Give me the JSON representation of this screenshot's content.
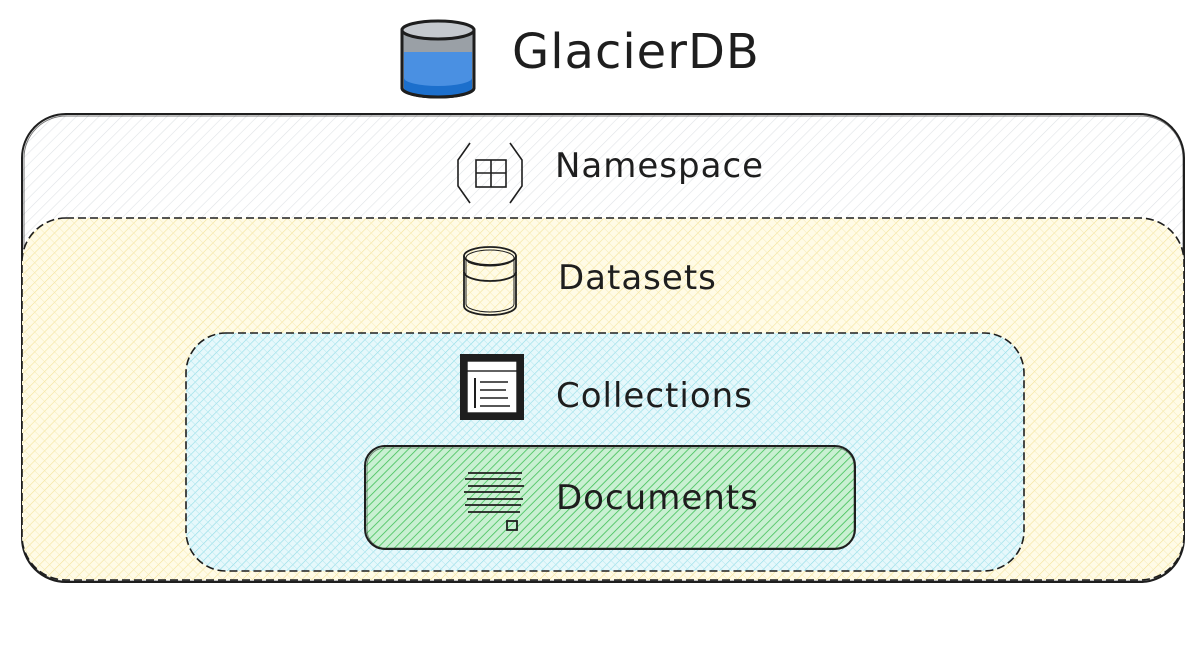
{
  "title": "GlacierDB",
  "layers": [
    {
      "label": "Namespace",
      "icon": "namespace-icon",
      "fill_color": "#e9ecef"
    },
    {
      "label": "Datasets",
      "icon": "database-icon",
      "fill_color": "#fff3bf"
    },
    {
      "label": "Collections",
      "icon": "notebook-icon",
      "fill_color": "#99e9f2"
    },
    {
      "label": "Documents",
      "icon": "document-lines-icon",
      "fill_color": "#40c057"
    }
  ],
  "colors": {
    "logo_blue": "#4a90e2",
    "logo_blue_dark": "#1c6fcc",
    "stroke": "#1e1e1e"
  }
}
